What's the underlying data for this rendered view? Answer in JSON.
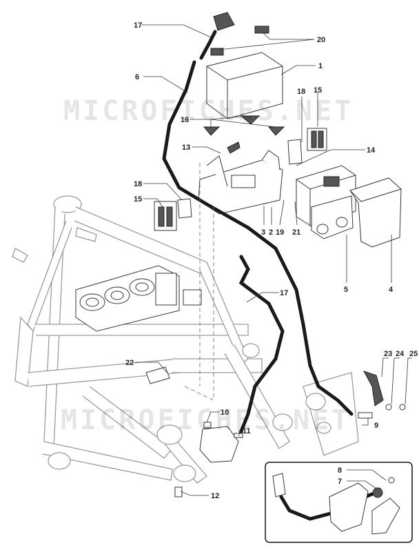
{
  "watermark": "MICROFICHES.NET",
  "callouts": [
    {
      "id": "c17a",
      "text": "17"
    },
    {
      "id": "c20",
      "text": "20"
    },
    {
      "id": "c1",
      "text": "1"
    },
    {
      "id": "c6",
      "text": "6"
    },
    {
      "id": "c18a",
      "text": "18"
    },
    {
      "id": "c15a",
      "text": "15"
    },
    {
      "id": "c16",
      "text": "16"
    },
    {
      "id": "c13",
      "text": "13"
    },
    {
      "id": "c14",
      "text": "14"
    },
    {
      "id": "c18b",
      "text": "18"
    },
    {
      "id": "c15b",
      "text": "15"
    },
    {
      "id": "c3",
      "text": "3"
    },
    {
      "id": "c2",
      "text": "2"
    },
    {
      "id": "c19",
      "text": "19"
    },
    {
      "id": "c21",
      "text": "21"
    },
    {
      "id": "c5",
      "text": "5"
    },
    {
      "id": "c4",
      "text": "4"
    },
    {
      "id": "c17b",
      "text": "17"
    },
    {
      "id": "c22",
      "text": "22"
    },
    {
      "id": "c23",
      "text": "23"
    },
    {
      "id": "c24",
      "text": "24"
    },
    {
      "id": "c25",
      "text": "25"
    },
    {
      "id": "c9",
      "text": "9"
    },
    {
      "id": "c10",
      "text": "10"
    },
    {
      "id": "c11",
      "text": "11"
    },
    {
      "id": "c12",
      "text": "12"
    },
    {
      "id": "c8",
      "text": "8"
    },
    {
      "id": "c7",
      "text": "7"
    }
  ]
}
